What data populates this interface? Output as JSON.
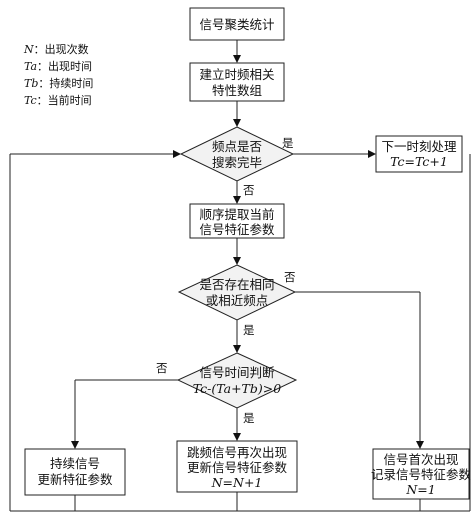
{
  "legend": [
    {
      "sym": "N",
      "text": "：出现次数"
    },
    {
      "sym": "Ta",
      "text": "：出现时间"
    },
    {
      "sym": "Tb",
      "text": "：持续时间"
    },
    {
      "sym": "Tc",
      "text": "：当前时间"
    }
  ],
  "nodes": {
    "stats": "信号聚类统计",
    "build_line1": "建立时频相关",
    "build_line2": "特性数组",
    "search_line1": "频点是否",
    "search_line2": "搜索完毕",
    "extract_line1": "顺序提取当前",
    "extract_line2": "信号特征参数",
    "same_line1": "是否存在相同",
    "same_line2": "或相近频点",
    "time_line1": "信号时间判断",
    "time_line2": "Tc-(Ta+Tb)>0",
    "next_line1": "下一时刻处理",
    "next_line2": "Tc=Tc+1",
    "cont_line1": "持续信号",
    "cont_line2": "更新特征参数",
    "hop_line1": "跳频信号再次出现",
    "hop_line2": "更新信号特征参数",
    "hop_line3": "N=N+1",
    "first_line1": "信号首次出现",
    "first_line2": "记录信号特征参数",
    "first_line3": "N=1"
  },
  "branches": {
    "yes": "是",
    "no": "否"
  }
}
